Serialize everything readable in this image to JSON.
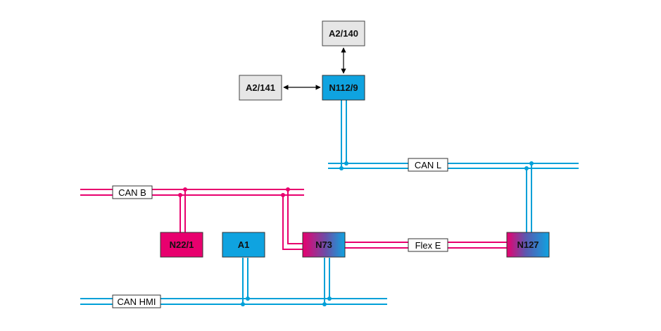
{
  "colors": {
    "can_blue": "#00a0d8",
    "can_pink": "#e8006e",
    "gray_box": "#e6e6e6",
    "node_blue": "#0fa3e0",
    "node_pink": "#e8006e"
  },
  "nodes": {
    "a2_140": "A2/140",
    "a2_141": "A2/141",
    "n112_9": "N112/9",
    "n22_1": "N22/1",
    "a1": "A1",
    "n73": "N73",
    "n127": "N127"
  },
  "buses": {
    "can_l": "CAN L",
    "can_b": "CAN B",
    "flex_e": "Flex E",
    "can_hmi": "CAN HMI"
  }
}
